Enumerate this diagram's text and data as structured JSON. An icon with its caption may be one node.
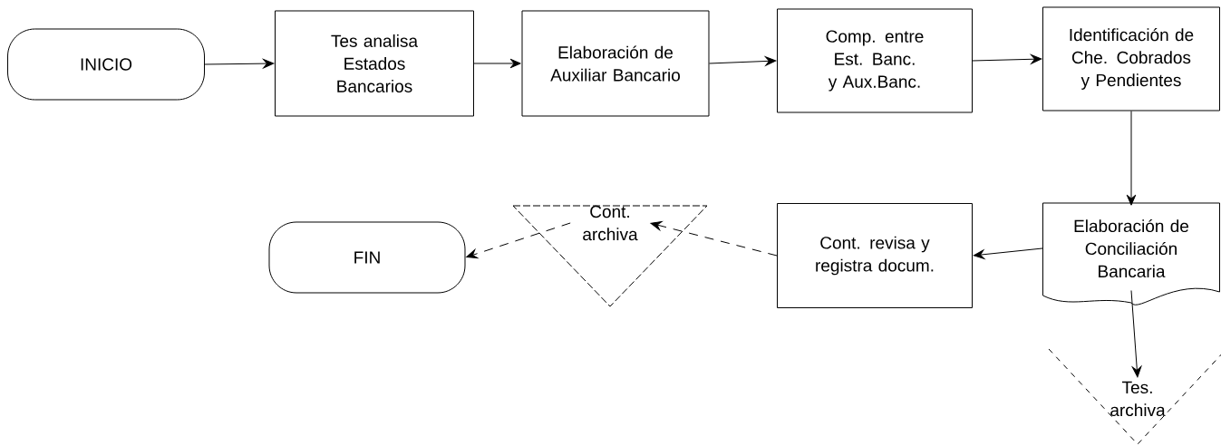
{
  "diagram": {
    "nodes": [
      {
        "text": [
          "INICIO"
        ]
      },
      {
        "text": [
          "Tes analisa Estados Bancarios"
        ]
      },
      {
        "text": [
          "Elaboración de Auxiliar Bancario"
        ]
      },
      {
        "text": [
          "Comp. entre Est. Banc. y Aux.Banc."
        ]
      },
      {
        "text": [
          "Identificación de Che. Cobrados y Pendientes"
        ]
      },
      {
        "text": [
          "Elaboración de Conciliación Bancaria"
        ]
      },
      {
        "text": [
          "Cont. revisa y registra docum."
        ]
      },
      {
        "text": [
          "Cont. archiva"
        ]
      },
      {
        "text": [
          "FIN"
        ]
      },
      {
        "text": [
          "Tes. archiva"
        ]
      }
    ],
    "edges": [
      {
        "from": 0,
        "to": 1,
        "arrow": "to"
      },
      {
        "from": 1,
        "to": 2,
        "arrow": "to"
      },
      {
        "from": 2,
        "to": 3,
        "arrow": "to"
      },
      {
        "from": 3,
        "to": 4,
        "arrow": "to"
      },
      {
        "from": 4,
        "to": 5,
        "arrow": "to"
      },
      {
        "from": 5,
        "to": 6,
        "arrow": "to"
      },
      {
        "from": 6,
        "to": 7,
        "arrow": "to",
        "style": "dashed"
      },
      {
        "from": 7,
        "to": 8,
        "arrow": "to",
        "style": "dashed"
      },
      {
        "from": 5,
        "to": 9,
        "arrow": "to"
      }
    ]
  }
}
